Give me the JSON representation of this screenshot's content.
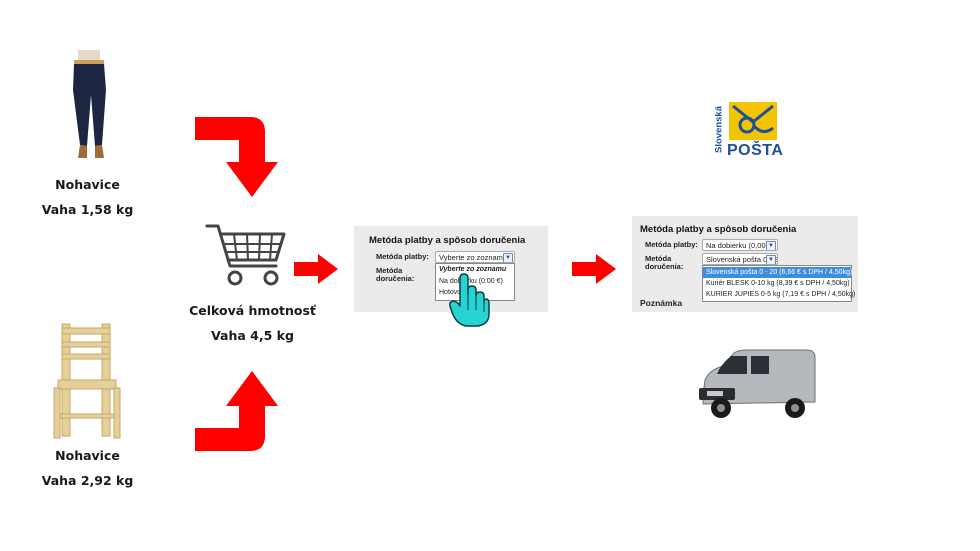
{
  "items": [
    {
      "name": "Nohavice",
      "weight": "Vaha 1,58 kg"
    },
    {
      "name": "Nohavice",
      "weight": "Vaha 2,92 kg"
    }
  ],
  "cart": {
    "title": "Celková hmotnosť",
    "weight": "Vaha 4,5 kg"
  },
  "panel1": {
    "title": "Metóda platby a spôsob doručenia",
    "payment_label": "Metóda platby:",
    "delivery_label_1": "Metóda",
    "delivery_label_2": "doručenia:",
    "payment_value": "Vyberte zo zoznamu",
    "dropdown": [
      "Vyberte zo zoznamu",
      "Na dobierku (0.00 €)",
      "Hotovo"
    ]
  },
  "panel2": {
    "title": "Metóda platby a spôsob doručenia",
    "payment_label": "Metóda platby:",
    "delivery_label_1": "Metóda",
    "delivery_label_2": "doručenia:",
    "payment_value": "Na dobierku (0,00 €)",
    "delivery_value": "Slovenská pošta 0 - 20",
    "dropdown": [
      "Slovenská pošta 0 - 20 (6,66 € s DPH / 4,50kg)",
      "Kuriér BLESK 0-10 kg (8,39 € s DPH / 4,50kg)",
      "KURIER JUPIES 0-5 kg (7,19 € s DPH / 4,50kg)"
    ],
    "note_label": "Poznámka"
  },
  "logo": {
    "line1": "Slovenská",
    "line2": "POŠTA"
  },
  "colors": {
    "arrow": "#ff0000",
    "logo_yellow": "#f5c400",
    "logo_blue": "#1e4f9c",
    "highlight": "#3d8ddc",
    "cursor": "#27d3d3"
  }
}
